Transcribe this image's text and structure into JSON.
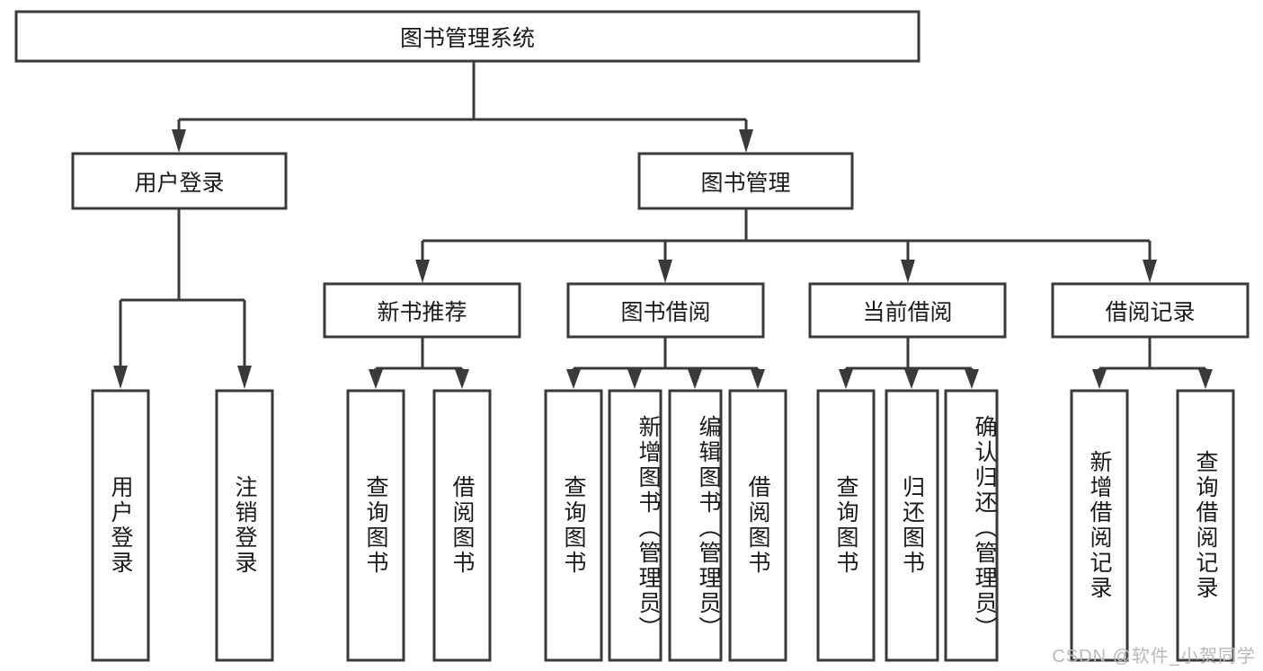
{
  "diagram": {
    "type": "tree-hierarchy",
    "title": "图书管理系统",
    "orientation": "top-down",
    "colors": {
      "box_stroke": "#3a3a3a",
      "box_fill": "#ffffff",
      "connector": "#3a3a3a",
      "text": "#1a1a1a",
      "background": "#ffffff",
      "watermark": "#b9b9b9"
    },
    "root": {
      "label": "图书管理系统"
    },
    "level2": [
      {
        "label": "用户登录"
      },
      {
        "label": "图书管理"
      }
    ],
    "level3": [
      {
        "label": "新书推荐"
      },
      {
        "label": "图书借阅"
      },
      {
        "label": "当前借阅"
      },
      {
        "label": "借阅记录"
      }
    ],
    "leaves": {
      "user_login": [
        {
          "label": "用户登录"
        },
        {
          "label": "注销登录"
        }
      ],
      "new_book_recommend": [
        {
          "label": "查询图书"
        },
        {
          "label": "借阅图书"
        }
      ],
      "book_borrow": [
        {
          "label": "查询图书"
        },
        {
          "label": "新增图书（管理员）"
        },
        {
          "label": "编辑图书（管理员）"
        },
        {
          "label": "借阅图书"
        }
      ],
      "current_borrow": [
        {
          "label": "查询图书"
        },
        {
          "label": "归还图书"
        },
        {
          "label": "确认归还（管理员）"
        }
      ],
      "borrow_record": [
        {
          "label": "新增借阅记录"
        },
        {
          "label": "查询借阅记录"
        }
      ]
    },
    "watermark": "CSDN @软件_小贺同学"
  }
}
